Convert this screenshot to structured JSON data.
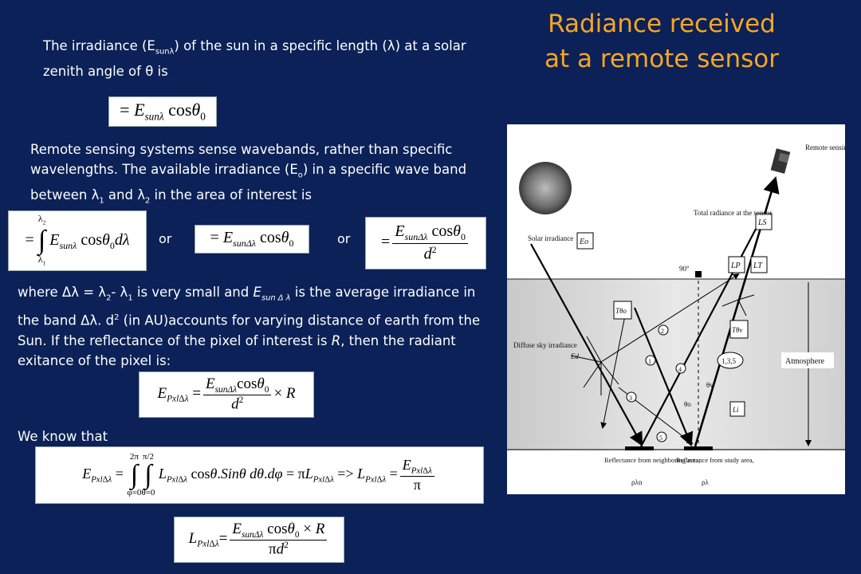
{
  "title": "Radiance received at a remote sensor",
  "para1": {
    "pre": "The irradiance (E",
    "sub": "sunλ",
    "post": ") of the sun in a specific length (λ) at a solar zenith angle of θ is"
  },
  "para2": {
    "a": "Remote sensing systems sense wavebands, rather than specific wavelengths. The available irradiance (E",
    "sub1": "o",
    "b": ") in a specific wave band between λ",
    "sub2": "1",
    "c": " and λ",
    "sub3": "2",
    "d": " in the area of interest is"
  },
  "or_label": "or",
  "para3": {
    "a": "where Δλ = λ",
    "sub1": "2",
    "b": "- λ",
    "sub2": "1",
    "c": " is very small and ",
    "ital": "E",
    "ital_sub": "sun Δ λ",
    "d": " is the average irradiance in the band Δλ. d",
    "sup": "2",
    "e": " (in AU)accounts for varying distance of earth from the Sun.  If the reflectance of the pixel of interest is ",
    "r": "R",
    "f": ", then the radiant exitance of the pixel is:"
  },
  "know_label": "We know that",
  "diagram": {
    "remote_sensing_system": "Remote sensing system",
    "total_radiance": "Total radiance at the sensor",
    "solar_irradiance": "Solar irradiance",
    "diffuse_sky": "Diffuse sky irradiance",
    "atmosphere": "Atmosphere",
    "refl_neighbor": "Reflectance from neighboring area,",
    "refl_study": "Reflectance from study area,",
    "rho_neighbor": "ρλn",
    "rho_study": "ρλ",
    "angle_90": "90°",
    "Eo": "Eo",
    "Ed": "Ed",
    "Ls": "LS",
    "Lp": "LP",
    "Lt": "LT",
    "Li": "Li",
    "Ttheta_o": "Tθo",
    "Ttheta_v": "Tθv",
    "theta_v": "θv",
    "theta_o": "θo",
    "paths": "1,3,5",
    "n1": "1",
    "n2": "2",
    "n3": "3",
    "n4": "4",
    "n5": "5"
  }
}
